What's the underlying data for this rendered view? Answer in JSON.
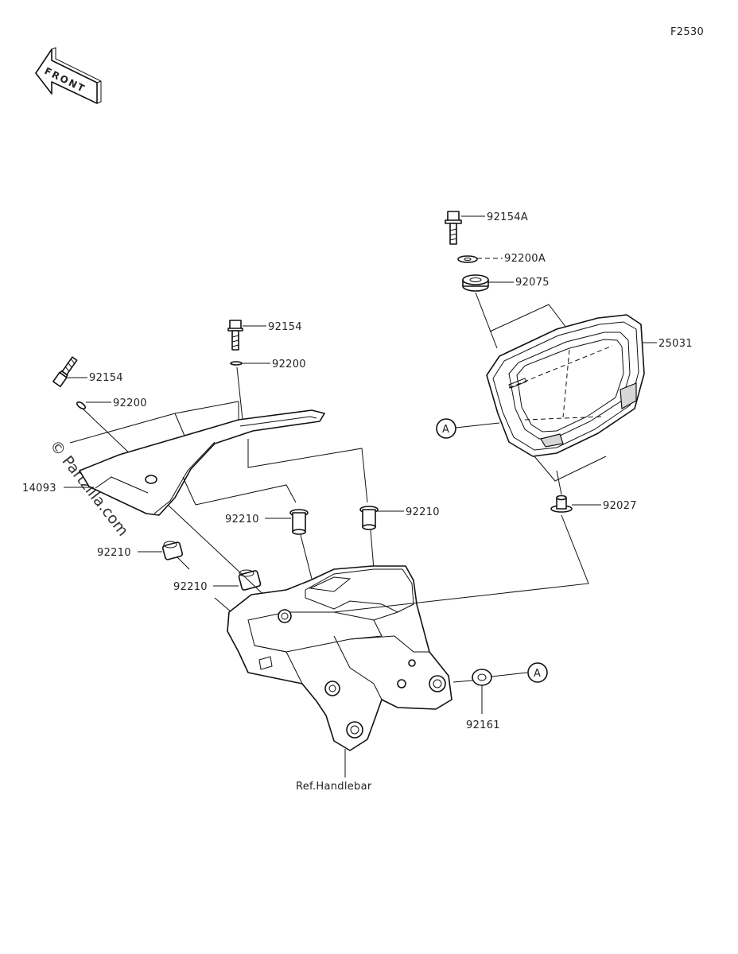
{
  "diagram_code": "F2530",
  "front_arrow_label": "FRONT",
  "watermark": "© Partzilla.com",
  "reference_label": "Ref.Handlebar",
  "part_labels": {
    "p92154A": "92154A",
    "p92200A": "92200A",
    "p92075": "92075",
    "p25031": "25031",
    "p92027": "92027",
    "p92154_top": "92154",
    "p92200_top": "92200",
    "p92154_left": "92154",
    "p92200_left": "92200",
    "p14093": "14093",
    "p92210_mid1": "92210",
    "p92210_mid2": "92210",
    "p92210_left1": "92210",
    "p92210_left2": "92210",
    "p92161": "92161"
  },
  "callout_marker": "A"
}
